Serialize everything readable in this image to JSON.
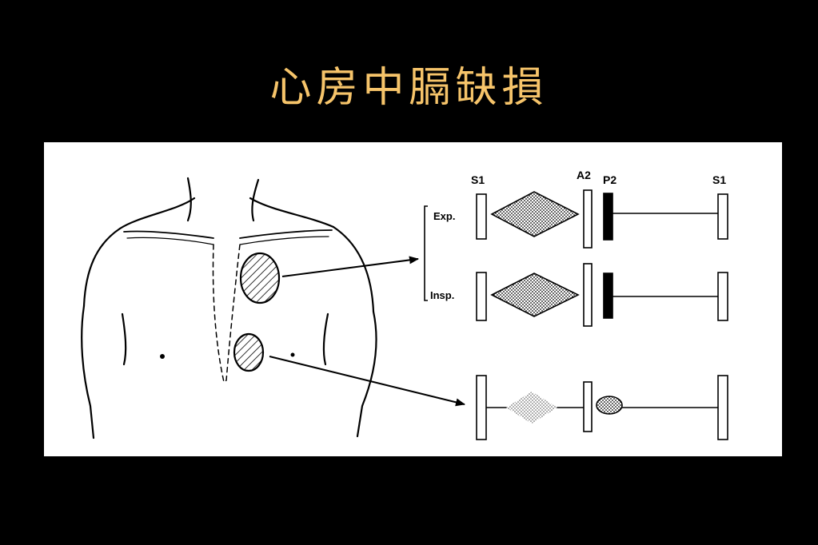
{
  "slide": {
    "title": "心房中膈缺損",
    "title_color": "#f6c46a",
    "background_color": "#000000"
  },
  "figure": {
    "row_labels": {
      "expiration": "Exp.",
      "inspiration": "Insp."
    },
    "sound_labels": {
      "s1_left": "S1",
      "a2": "A2",
      "p2": "P2",
      "s1_right": "S1"
    }
  }
}
